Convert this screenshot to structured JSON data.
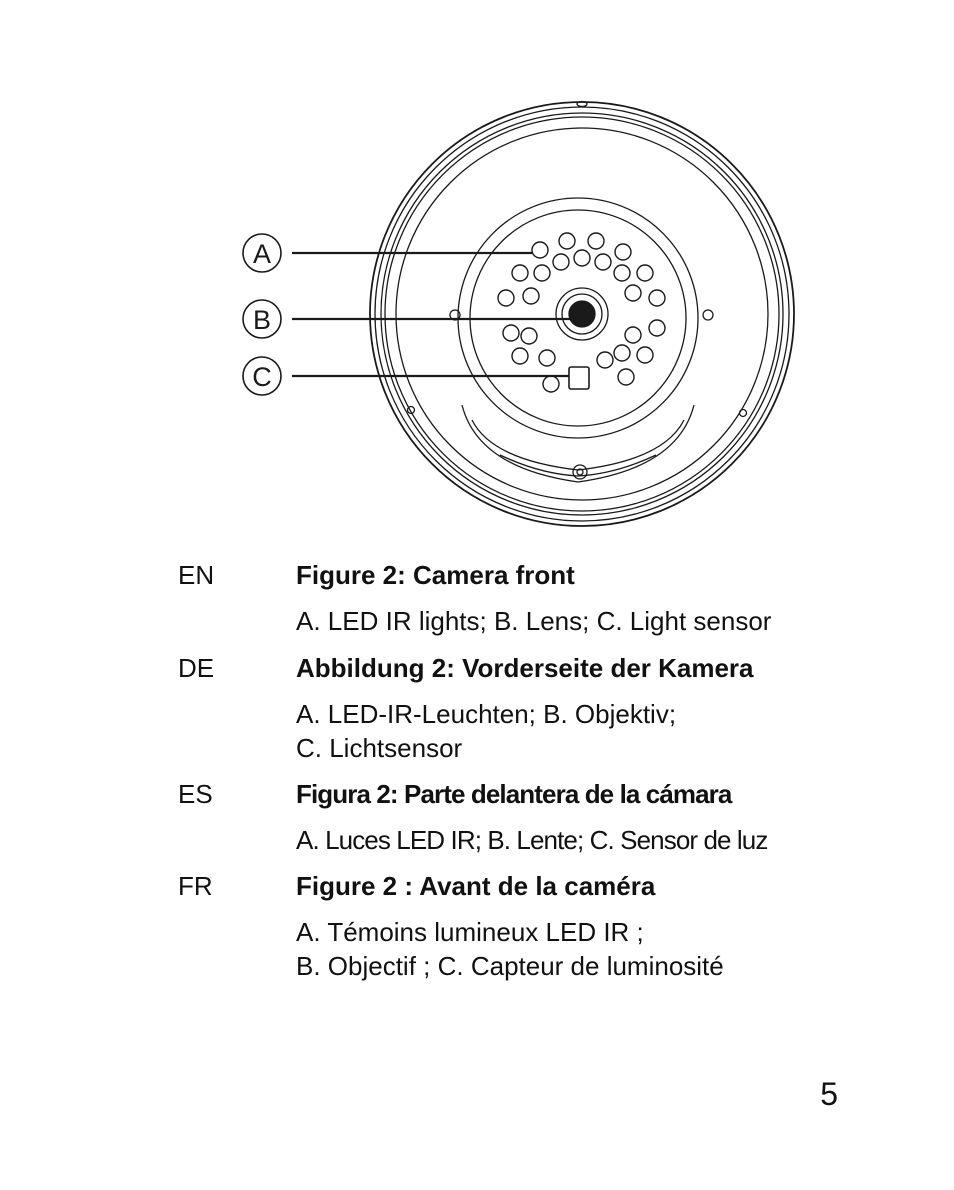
{
  "figure": {
    "callouts": [
      "A",
      "B",
      "C"
    ]
  },
  "captions": [
    {
      "lang": "EN",
      "title": "Figure 2: Camera front",
      "lines": [
        "A. LED IR lights; B. Lens; C. Light sensor"
      ]
    },
    {
      "lang": "DE",
      "title": "Abbildung 2: Vorderseite der Kamera",
      "lines": [
        "A. LED-IR-Leuchten; B. Objektiv;",
        "C. Lichtsensor"
      ]
    },
    {
      "lang": "ES",
      "title": "Figura 2: Parte delantera de la cámara",
      "lines": [
        "A. Luces LED IR; B. Lente; C. Sensor de luz"
      ]
    },
    {
      "lang": "FR",
      "title": "Figure 2 : Avant de la caméra",
      "lines": [
        "A. Témoins lumineux LED IR ;",
        "B. Objectif ; C. Capteur de luminosité"
      ]
    }
  ],
  "page_number": "5"
}
